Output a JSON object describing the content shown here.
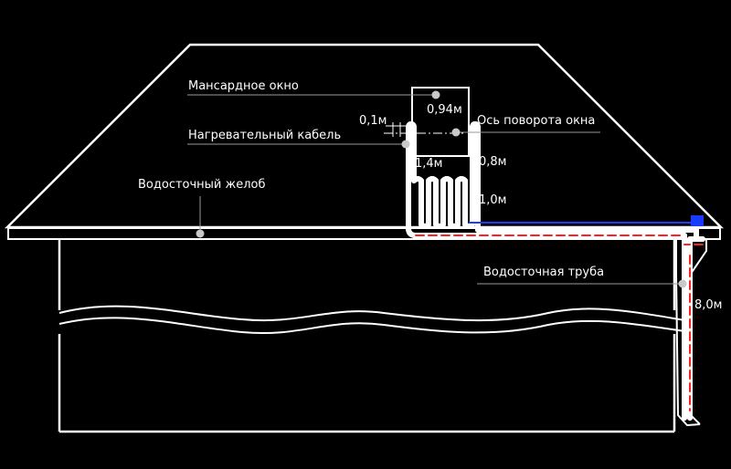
{
  "colors": {
    "background": "#000000",
    "outline": "#ffffff",
    "cable": "#e01010",
    "leader": "#9a9a9a",
    "connector_line": "#1c3cff",
    "connector_box": "#1a3bff"
  },
  "labels": {
    "mansard_window": "Мансардное окно",
    "heating_cable": "Нагревательный кабель",
    "gutter": "Водосточный желоб",
    "rotation_axis": "Ось поворота окна",
    "downpipe": "Водосточная труба"
  },
  "dimensions": {
    "window_width": "0,94м",
    "offset": "0,1м",
    "cable_height": "1,4м",
    "window_side": "0,8м",
    "below_window": "1,0м",
    "pipe_length": "8,0м"
  }
}
